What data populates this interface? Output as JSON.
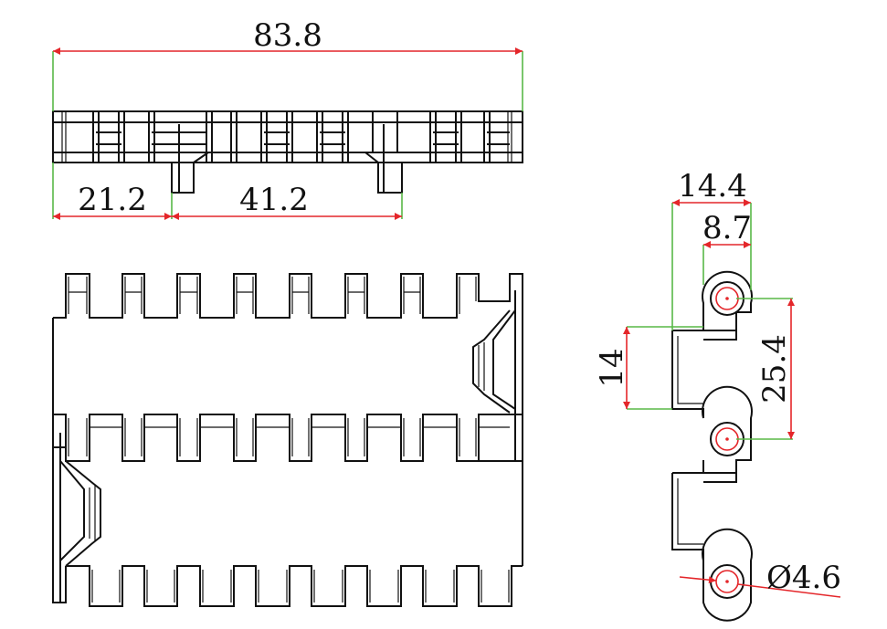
{
  "dimensions": {
    "overall_length": "83.8",
    "offset_first_tab": "21.2",
    "tab_spacing": "41.2",
    "side_width": "14.4",
    "pitch_offset": "8.7",
    "tab_height": "14",
    "pitch": "25.4",
    "hole_diameter": "Ø4.6"
  },
  "colors": {
    "dimension_line": "#e4262a",
    "extension_line": "#58b847",
    "outline": "#111111"
  }
}
